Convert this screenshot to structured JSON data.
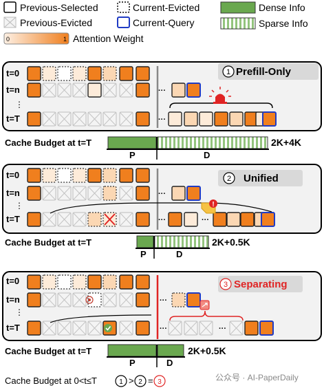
{
  "legend": {
    "previous_selected": "Previous-Selected",
    "current_evicted": "Current-Evicted",
    "previous_evicted": "Previous-Evicted",
    "current_query": "Current-Query",
    "dense_info": "Dense Info",
    "sparse_info": "Sparse Info",
    "attention_weight": "Attention Weight",
    "scale_min": "0",
    "scale_max": "1"
  },
  "rows": {
    "t0": "t=0",
    "tn": "t=n",
    "vdots": "⋮",
    "tT": "t=T"
  },
  "ellipsis": "···",
  "panels": [
    {
      "badge": "1",
      "title": "Prefill-Only",
      "budget_label": "Cache Budget at t=T",
      "budget_value": "2K+4K",
      "bar_p": "P",
      "bar_d": "D",
      "icon": "alarm-light-icon"
    },
    {
      "badge": "2",
      "title": "Unified",
      "budget_label": "Cache Budget at t=T",
      "budget_value": "2K+0.5K",
      "bar_p": "P",
      "bar_d": "D",
      "icon": "warning-note-icon"
    },
    {
      "badge": "3",
      "title": "Separating",
      "budget_label": "Cache Budget at t=T",
      "budget_value": "2K+0.5K",
      "bar_p": "P",
      "bar_d": "D",
      "icon": "shuffle-icon"
    }
  ],
  "footer": {
    "text": "Cache Budget at 0<t≤T",
    "c1": "1",
    "gt": ">",
    "c2": "2",
    "eq": "=",
    "c3": "3",
    "watermark": "公众号 · AI-PaperDaily"
  },
  "colors": {
    "orange": "#f07f1e",
    "light_orange": "#fbd7b3",
    "pale_orange": "#fdebd9",
    "dense": "#6aa84f",
    "sparse_stripe": "#93c47d",
    "query": "#1f3bc4",
    "red": "#e02424",
    "panel_bg": "#f2f2f2",
    "title_bg": "#d9d9d9"
  }
}
